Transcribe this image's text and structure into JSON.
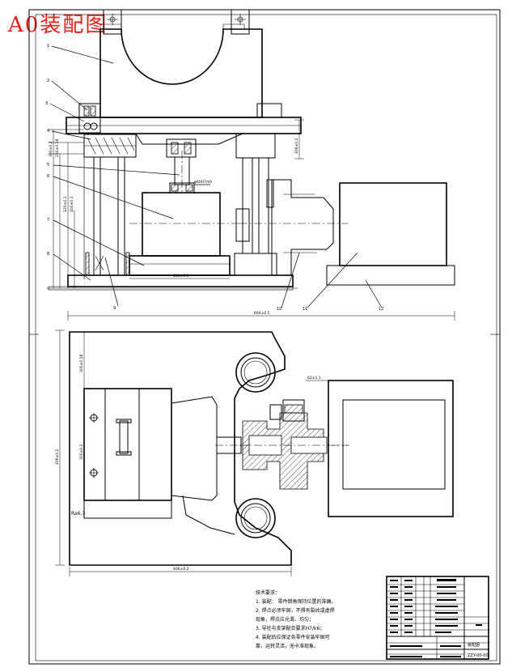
{
  "title": "A0装配图",
  "balloons": [
    "1",
    "2",
    "3",
    "4",
    "5",
    "6",
    "7",
    "8",
    "9",
    "10",
    "11",
    "12"
  ],
  "dimensions": {
    "overall_width": "694±0.5",
    "plan_width": "406±0.2",
    "plan_height": "406±0.2",
    "plan_inner_height": "300±0.2",
    "plan_offset": "300±0.18",
    "shaft_height": "62±1.1",
    "base_width": "186±0.1",
    "left_heights": [
      "300±0.2",
      "250±0.18",
      "120±0.1",
      "100±0.1"
    ],
    "fit_note": "φ60H7/k6",
    "surface_finish": "Ra6.3"
  },
  "tech_requirements": {
    "heading": "技术要求：",
    "items": [
      "1. 装配：  零件倒角保持位置的准确。",
      "2. 焊点必须牢固，不得有裂纹或虚焊",
      "现象，焊点应光滑、均匀；",
      "3. 导柱与支架配合要求H7/k6；",
      "4. 装配后应保证各零件安装牢固可",
      "靠，运转灵活，无卡滞现象。"
    ]
  },
  "title_block": {
    "drawing_name": "装配图",
    "drawing_number": "ZZY-00-00"
  }
}
